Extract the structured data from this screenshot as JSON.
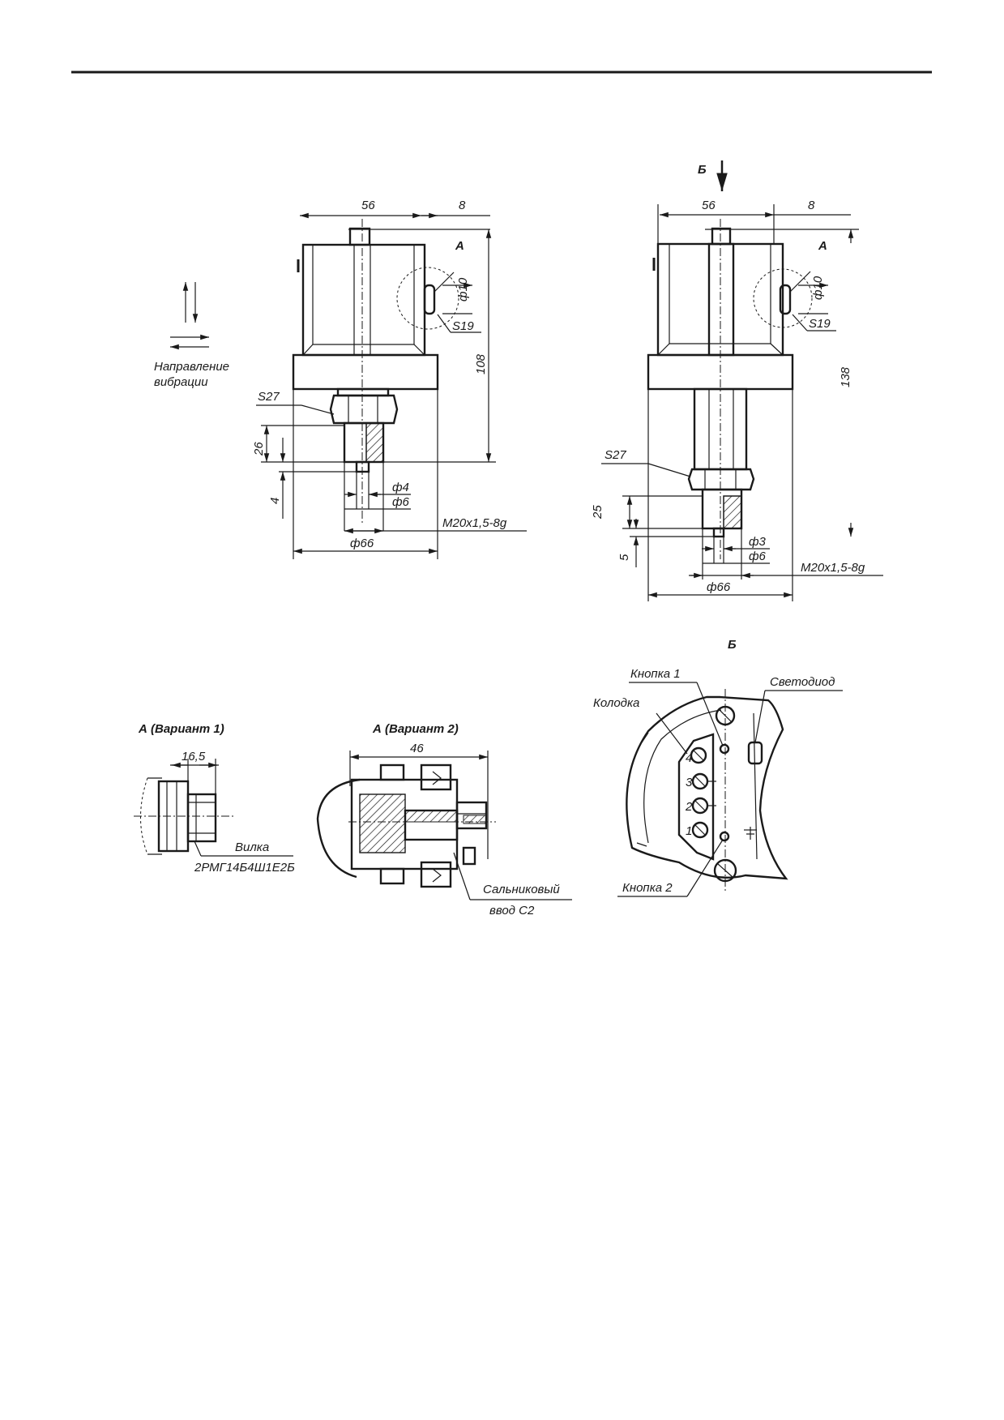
{
  "views": {
    "left": {
      "dim_top_56": "56",
      "dim_top_8": "8",
      "detail_a": "A",
      "phi10": "ф10",
      "s19": "S19",
      "h108": "108",
      "s27": "S27",
      "h26": "26",
      "h4": "4",
      "phi4": "ф4",
      "phi6": "ф6",
      "thread": "M20x1,5-8g",
      "phi66": "ф66",
      "vibration_line1": "Направление",
      "vibration_line2": "вибрации"
    },
    "right": {
      "view_b": "Б",
      "dim_top_56": "56",
      "dim_top_8": "8",
      "detail_a": "A",
      "phi10": "ф10",
      "s19": "S19",
      "h138": "138",
      "s27": "S27",
      "h25": "25",
      "h5": "5",
      "phi3": "ф3",
      "phi6": "ф6",
      "thread": "M20x1,5-8g",
      "phi66": "ф66"
    },
    "variant1": {
      "title": "А (Вариант 1)",
      "dim": "16,5",
      "plug_label": "Вилка",
      "plug_code": "2РМГ14Б4Ш1Е2Б"
    },
    "variant2": {
      "title": "А (Вариант 2)",
      "dim": "46",
      "gland_line1": "Сальниковый",
      "gland_line2": "ввод С2"
    },
    "view_b_detail": {
      "title": "Б",
      "button1": "Кнопка 1",
      "block": "Колодка",
      "led": "Светодиод",
      "button2": "Кнопка 2",
      "terminals": [
        "1",
        "2",
        "3",
        "4"
      ]
    }
  }
}
